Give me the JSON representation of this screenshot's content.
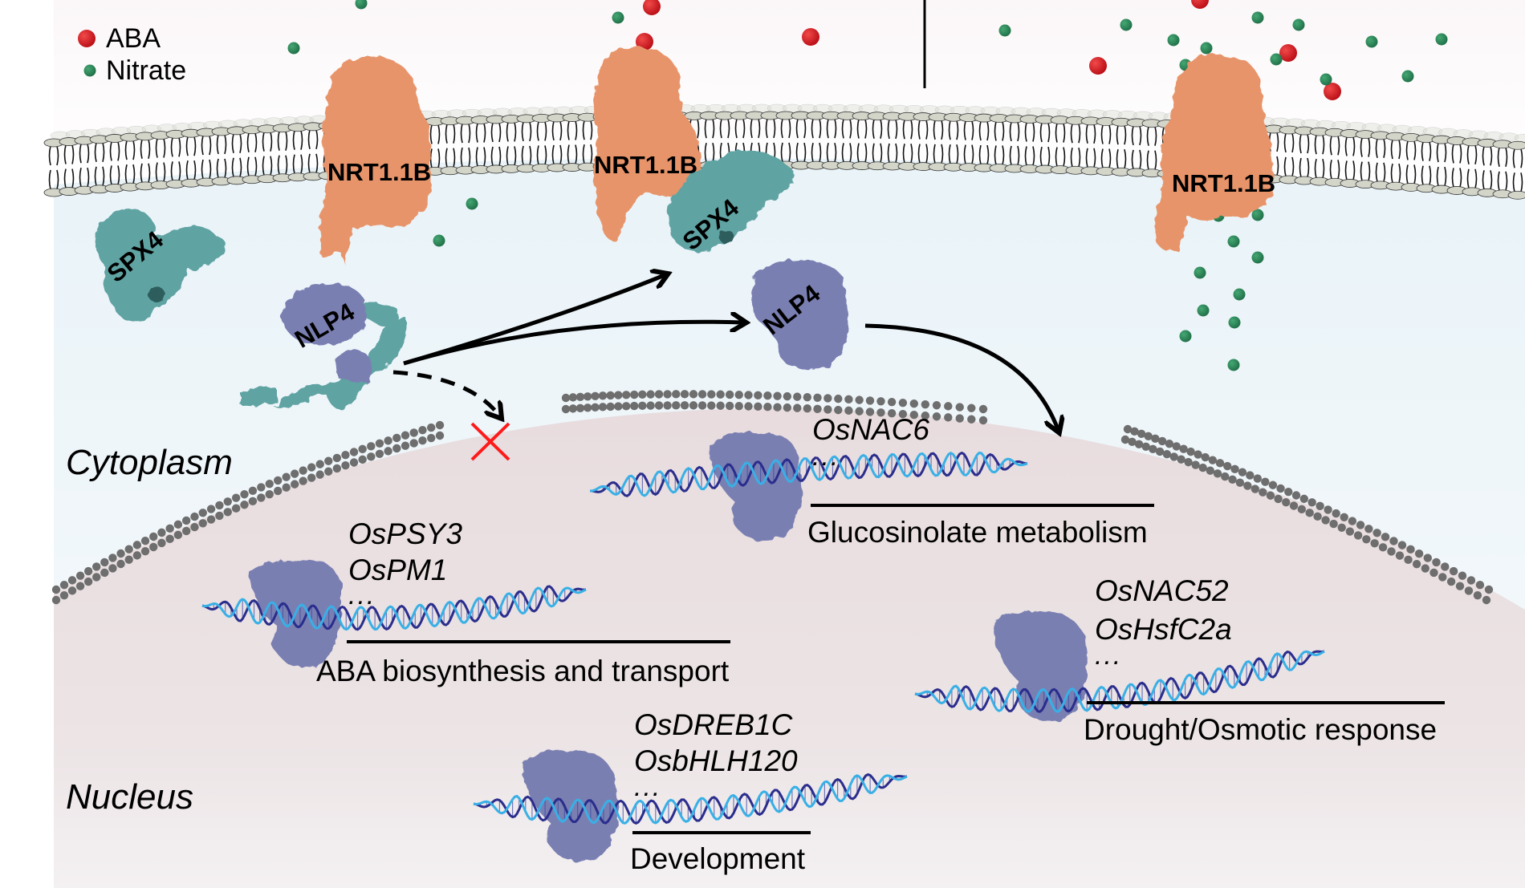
{
  "legend": [
    {
      "label": "ABA",
      "color": "#d0121c",
      "icon": "red-sphere-icon"
    },
    {
      "label": "Nitrate",
      "color": "#2e8b5b",
      "icon": "green-sphere-icon"
    }
  ],
  "colors": {
    "aba": "#d0121c",
    "nitrate": "#2e8b5b",
    "nrt": "#e8946a",
    "spx": "#5fa3a3",
    "nlp": "#7a7fb2",
    "cytoplasm": "#eef5f9",
    "nucleus": "#ebe1e2",
    "membrane_head": "#d3d5c9",
    "envelope_dot": "#6e6e6e",
    "inhibit_cross": "#ff1a1a",
    "dna_dark": "#2a2d8c",
    "dna_light": "#38b0e6"
  },
  "proteins": {
    "nrt_left": "NRT1.1B",
    "nrt_mid": "NRT1.1B",
    "nrt_right": "NRT1.1B",
    "spx_free": "SPX4",
    "spx_bound": "SPX4",
    "nlp_complex": "NLP4",
    "nlp_free": "NLP4"
  },
  "regions": {
    "cytoplasm": "Cytoplasm",
    "nucleus": "Nucleus"
  },
  "gene_groups": [
    {
      "genes": [
        "OsPSY3",
        "OsPM1"
      ],
      "ellipsis": "...",
      "process": "ABA biosynthesis and transport"
    },
    {
      "genes": [
        "OsNAC6"
      ],
      "ellipsis": "...",
      "process": "Glucosinolate metabolism"
    },
    {
      "genes": [
        "OsNAC52",
        "OsHsfC2a"
      ],
      "ellipsis": "...",
      "process": "Drought/Osmotic response"
    },
    {
      "genes": [
        "OsDREB1C",
        "OsbHLH120"
      ],
      "ellipsis": "...",
      "process": "Development"
    }
  ]
}
